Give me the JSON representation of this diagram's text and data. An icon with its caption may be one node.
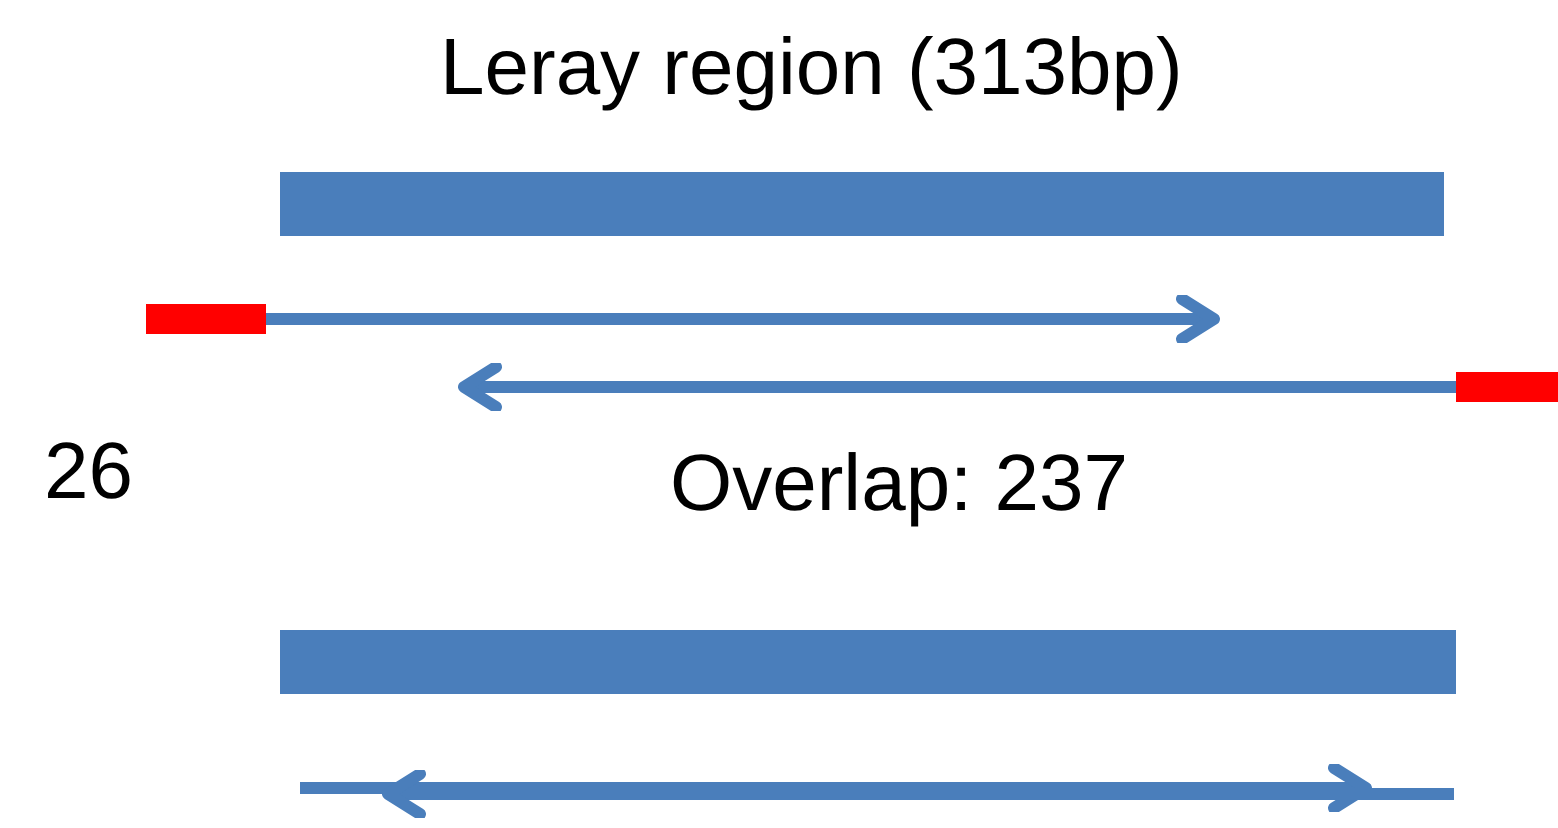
{
  "diagram": {
    "title": "Leray region (313bp)",
    "nodes": [
      {
        "text": [],
        "shape": "bar"
      },
      {
        "text": [],
        "shape": "bar"
      },
      {
        "text": [],
        "shape": "bar"
      },
      {
        "text": [],
        "shape": "bar"
      }
    ],
    "edges": [
      {
        "from": 1,
        "to": null,
        "arrow": "to"
      },
      {
        "from": 2,
        "to": null,
        "arrow": "to"
      }
    ],
    "labels": [
      "26",
      "Overlap: 237"
    ]
  }
}
